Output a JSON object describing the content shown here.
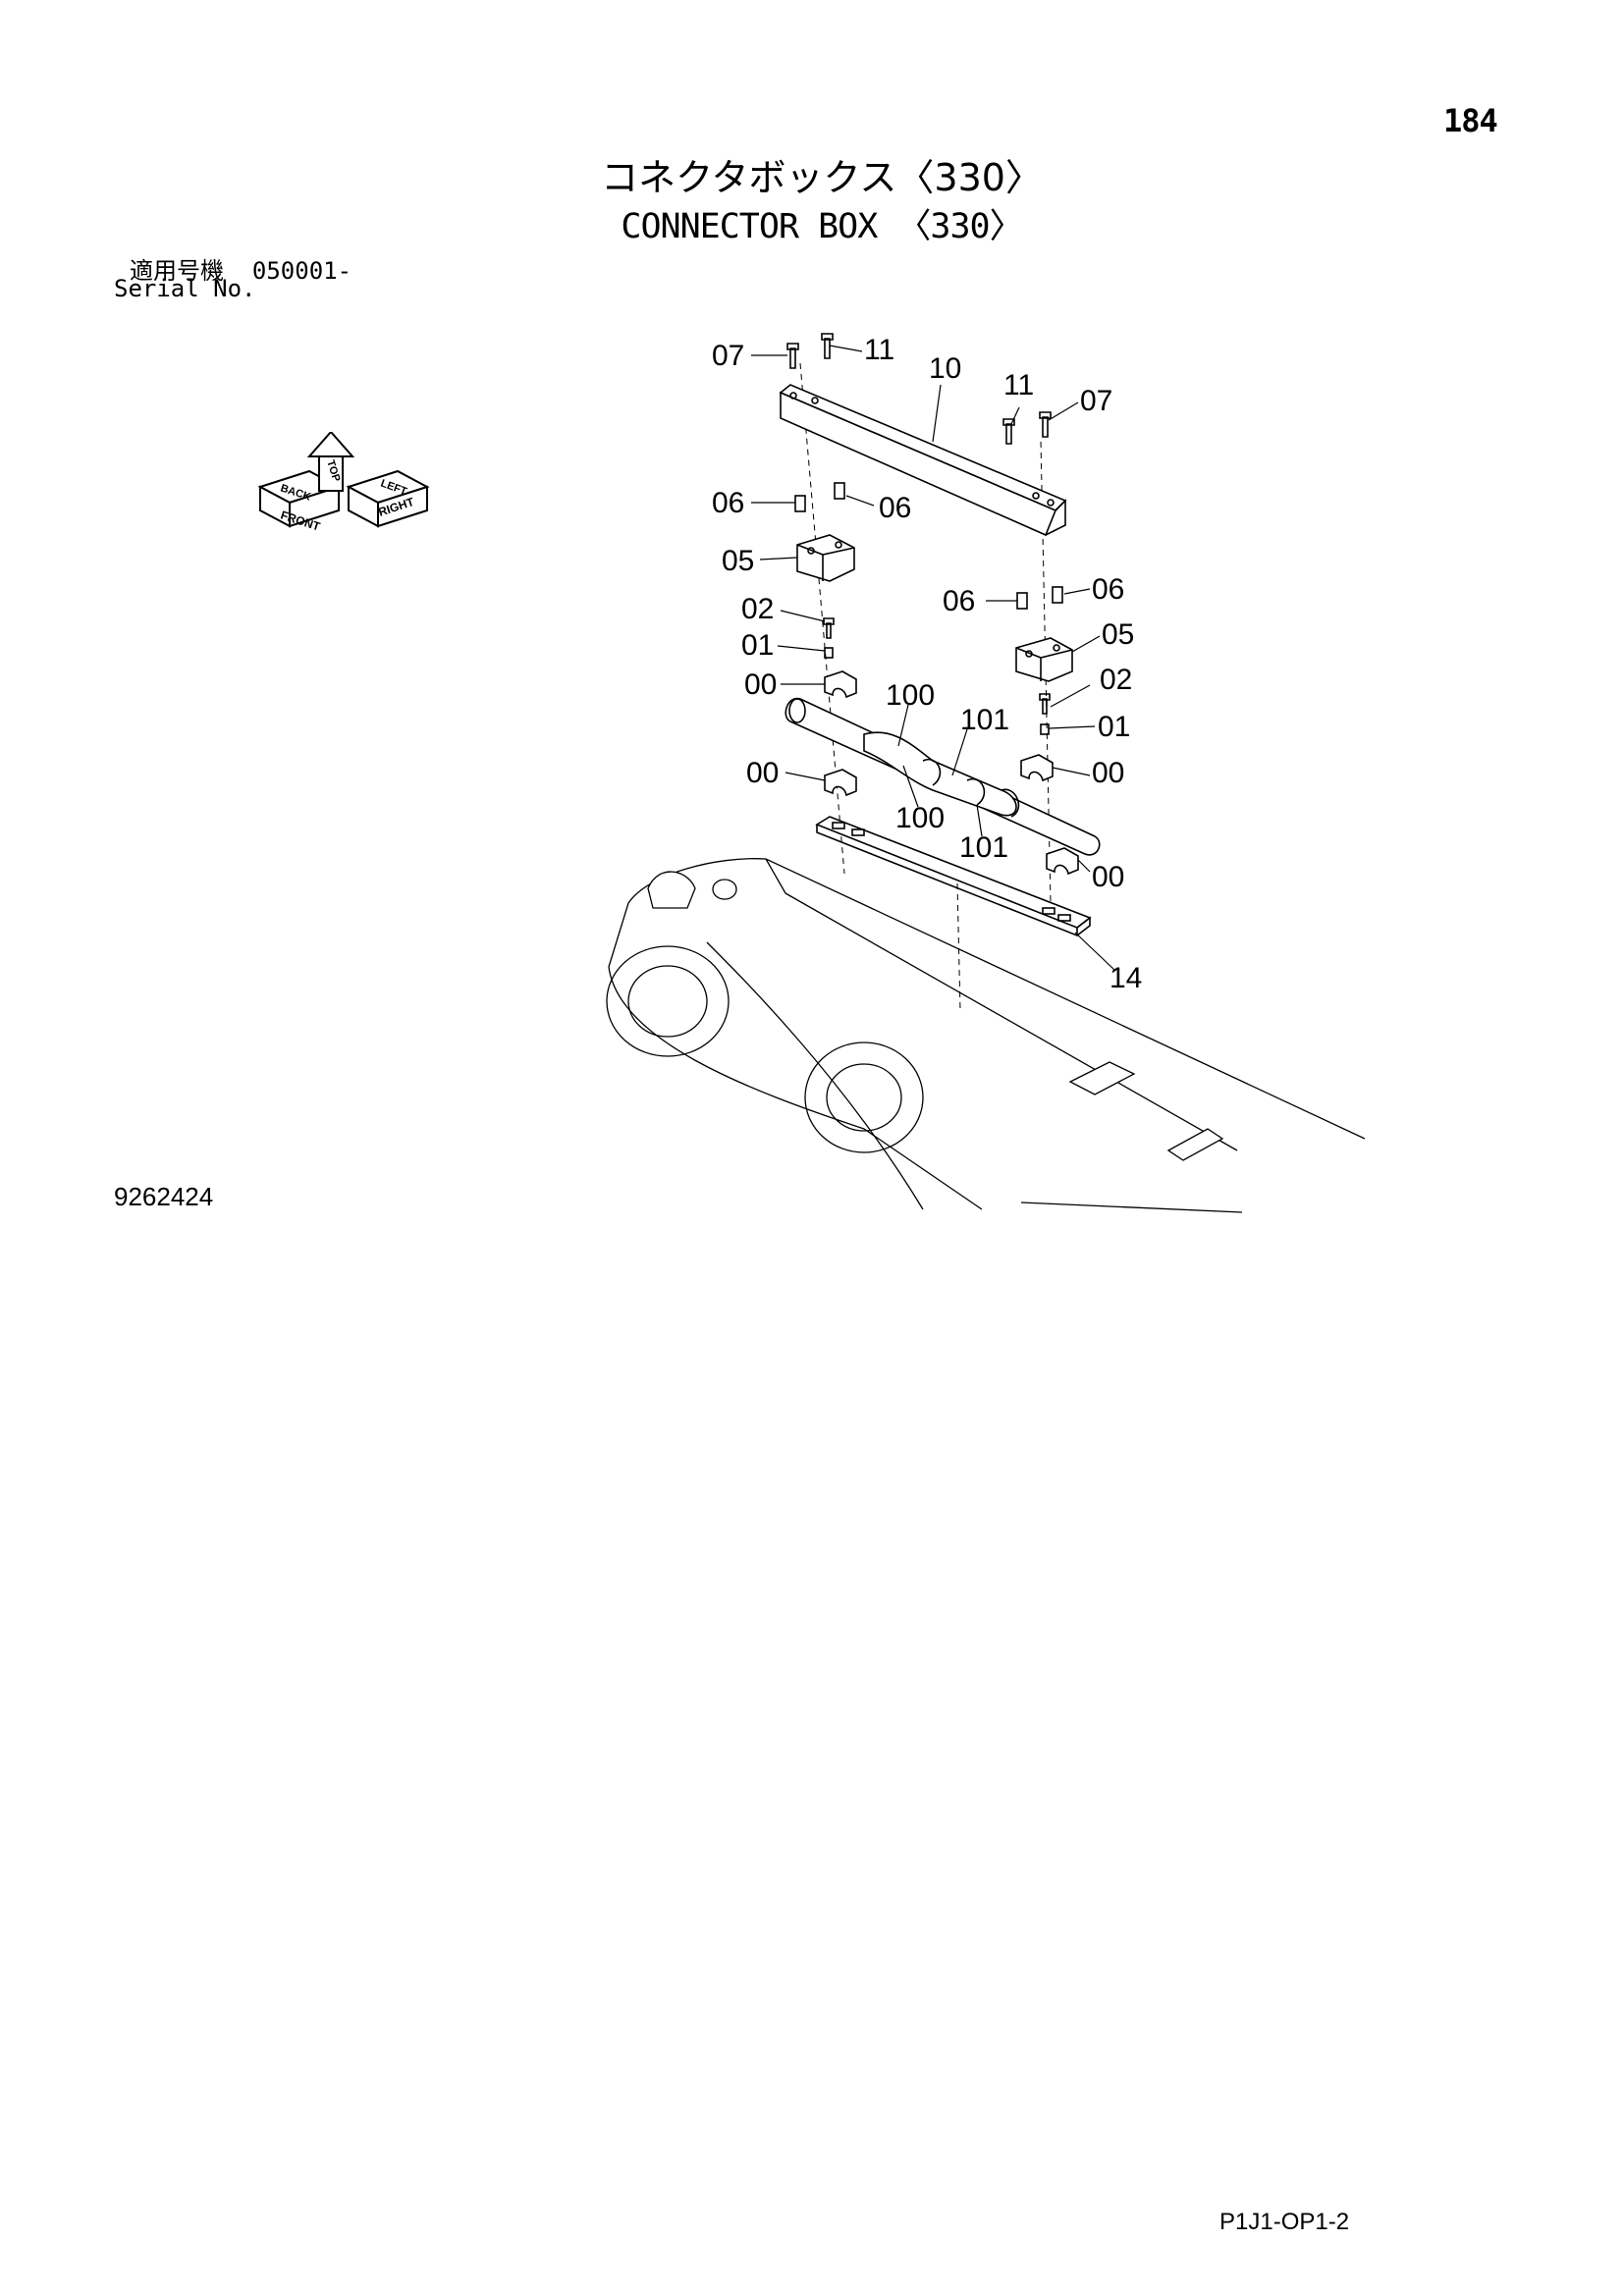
{
  "page_number": "184",
  "title_jp": "コネクタボックス〈330〉",
  "title_en": "CONNECTOR BOX 〈330〉",
  "serial": {
    "label_jp": "適用号機",
    "range": "050001-",
    "label_en": "Serial No."
  },
  "figure_number": "9262424",
  "document_code": "P1J1-OP1-2",
  "orientation": {
    "front": "FRONT",
    "back": "BACK",
    "top": "TOP",
    "left": "LEFT",
    "right": "RIGHT"
  },
  "callouts": {
    "c07a": "07",
    "c11a": "11",
    "c10": "10",
    "c11b": "11",
    "c07b": "07",
    "c06a": "06",
    "c06b": "06",
    "c05a": "05",
    "c06c": "06",
    "c06d": "06",
    "c02a": "02",
    "c05b": "05",
    "c01a": "01",
    "c00a": "00",
    "c100a": "100",
    "c02b": "02",
    "c101a": "101",
    "c01b": "01",
    "c00b": "00",
    "c00c": "00",
    "c100b": "100",
    "c101b": "101",
    "c00d": "00",
    "c14": "14"
  }
}
